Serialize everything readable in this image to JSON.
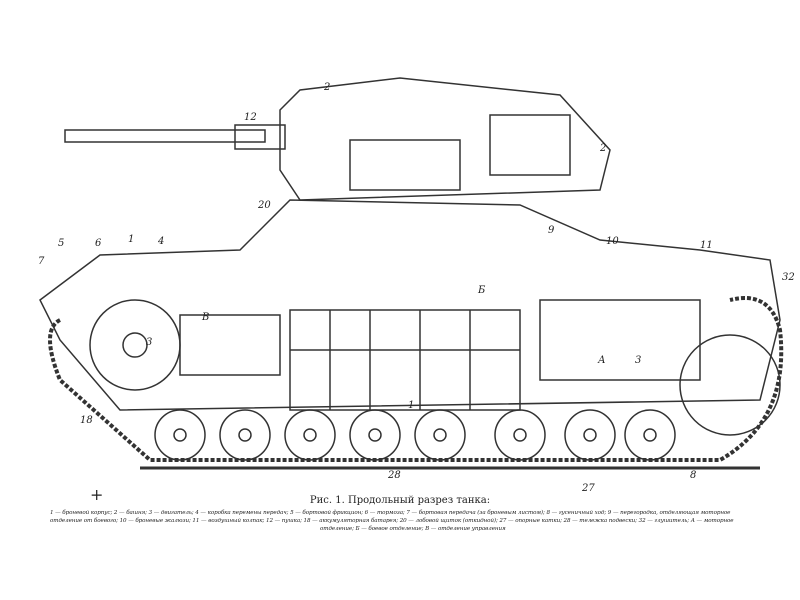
{
  "figure": {
    "labels": [
      "12",
      "2",
      "2",
      "20",
      "9",
      "10",
      "11",
      "32",
      "7",
      "5",
      "6",
      "1",
      "4",
      "В",
      "3",
      "Б",
      "А",
      "18",
      "1",
      "28",
      "27",
      "8",
      "3"
    ],
    "caption_title": "Рис. 1. Продольный разрез танка:",
    "caption_lines": [
      "1 — броневой корпус; 2 — башня; 3 — двигатель; 4 — коробка перемены передач; 5 — бортовой фрикцион; 6 — тормоза; 7 — бортовая передача (за броневым листом); 8 — гусеничный ход; 9 — перегородка, отделяющая моторное",
      "отделение от боевого; 10 — броневые жалюзи; 11 — воздушный колпак; 12 — пушка; 18 — аккумуляторная батарея; 20 — лобовой щиток (откидной); 27 — опорные катки; 28 — тележка подвески; 32 — глушитель; А — моторное",
      "отделение; Б — боевое отделение; В — отделение управления"
    ]
  }
}
